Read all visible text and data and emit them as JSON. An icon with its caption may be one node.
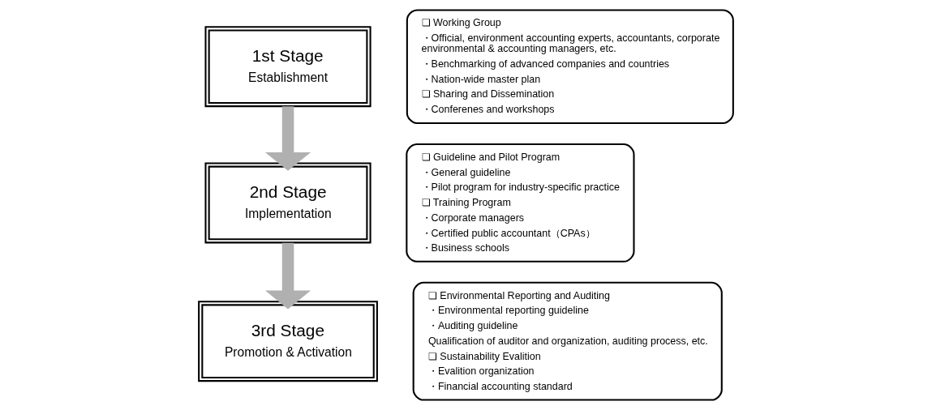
{
  "diagram": {
    "nodes": [
      {
        "text": [
          "1st Stage",
          "Establishment"
        ]
      },
      {
        "text": [
          "❏ Working Group",
          "・Official, environment accounting experts, accountants, corporate environmental & accounting managers, etc.",
          "・Benchmarking of advanced companies and countries",
          "・Nation-wide master plan",
          "❏ Sharing and Dissemination",
          "・Conferenes and workshops"
        ]
      },
      {
        "text": [
          "2nd Stage",
          "Implementation"
        ]
      },
      {
        "text": [
          "❏ Guideline and Pilot Program",
          "・General guideline",
          "・Pilot program for industry-specific practice",
          "❏ Training Program",
          "・Corporate managers",
          "・Certified public accountant（CPAs）",
          "・Business schools"
        ]
      },
      {
        "text": [
          "3rd Stage",
          "Promotion & Activation"
        ]
      },
      {
        "text": [
          "❏ Environmental Reporting and Auditing",
          "・Environmental reporting guideline",
          "・Auditing guideline",
          "Qualification of auditor and organization, auditing process, etc.",
          "❏ Sustainability Evalition",
          "・Evalition organization",
          "・Financial accounting standard"
        ]
      }
    ],
    "edges": [
      {
        "from": 0,
        "to": 2,
        "arrow": "to"
      },
      {
        "from": 2,
        "to": 4,
        "arrow": "to"
      }
    ]
  }
}
